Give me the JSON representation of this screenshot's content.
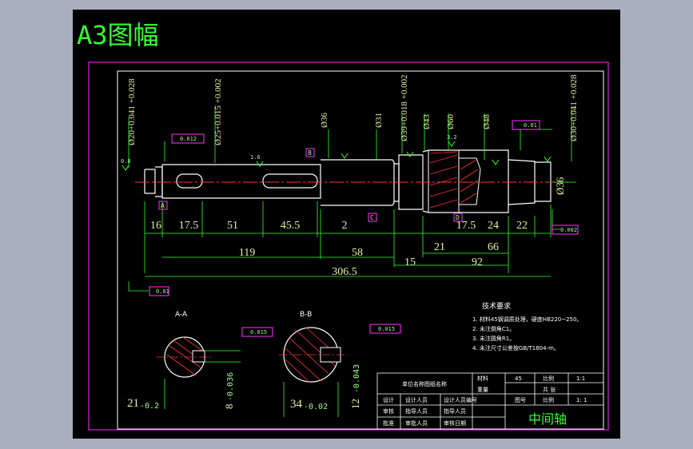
{
  "header": {
    "title": "A3图幅"
  },
  "drawing": {
    "dims_h": [
      "16",
      "17.5",
      "51",
      "45.5",
      "2",
      "119",
      "58",
      "306.5",
      "15",
      "21",
      "66",
      "92",
      "17.5",
      "24",
      "22"
    ],
    "dims_v_top": [
      "Ø20+0.041\n+0.028",
      "Ø25+0.015\n+0.002",
      "Ø36",
      "Ø31",
      "Ø39+0.018\n+0.002",
      "Ø43",
      "Ø60",
      "Ø48",
      "Ø30+0.041\n+0.028"
    ],
    "dim_right": "Ø36",
    "datums": [
      "A",
      "B",
      "C",
      "D"
    ],
    "roughness": [
      "0.8",
      "1.6",
      "3.2"
    ],
    "tolerances": [
      "0.012",
      "0.01",
      "0.002",
      "0.01",
      "0.015",
      "0.015"
    ],
    "sections": [
      {
        "label": "A-A",
        "dim_w": "21",
        "dim_w_tol": "-0.2",
        "dim_key": "8",
        "dim_key_tol": "-0.036"
      },
      {
        "label": "B-B",
        "dim_w": "34",
        "dim_w_tol": "-0.02",
        "dim_key": "12",
        "dim_key_tol": "-0.043"
      }
    ],
    "notes": {
      "title": "技术要求",
      "items": [
        "1. 材料45钢调质处理，硬度HB220~250。",
        "2. 未注倒角C1。",
        "3. 未注圆角R1。",
        "4. 未注尺寸公差按GB/T1804-m。"
      ]
    }
  },
  "title_block": {
    "unit_name": "单位名称图纸名称",
    "c_material": "材料",
    "c_material_val": "45",
    "c_scale": "比例",
    "c_scale_val": "1:1",
    "c_weight": "重量",
    "c_sheet": "共 张",
    "c_design": "设计",
    "v_design": "设计人员",
    "v_design2": "设计人员编号",
    "c_check": "审核",
    "v_check": "指导人员",
    "v_check2": "指导人员",
    "c_approve": "批准",
    "v_approve": "审批人员",
    "v_approve2": "审核日期",
    "c_drawno": "图号",
    "v_drawno": "比例",
    "v_ratio": "1: 1",
    "part_name": "中间轴"
  },
  "colors": {
    "frame": "#ff33ff",
    "outline": "#ffffff",
    "dimension": "#33ff33",
    "center": "#ff3333",
    "text": "#e8f0a0"
  }
}
